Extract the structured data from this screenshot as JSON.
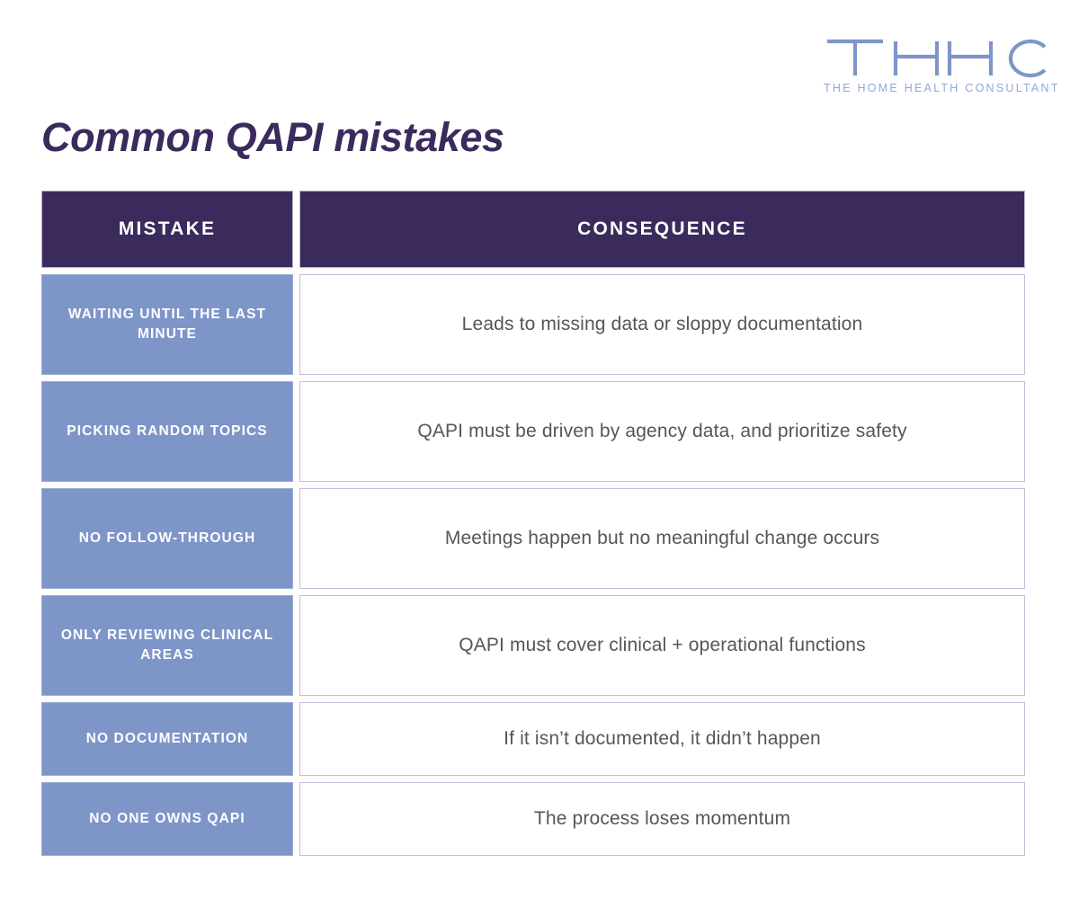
{
  "brand": {
    "logo_mark_text": "THHC",
    "logo_tagline": "THE HOME HEALTH CONSULTANT",
    "logo_color": "#7e95c8",
    "tagline_color": "#90a8d6"
  },
  "page": {
    "title": "Common QAPI mistakes",
    "title_color": "#3b2a5c",
    "background": "#ffffff"
  },
  "table": {
    "header_bg": "#3b2a5c",
    "mistake_bg": "#7e95c8",
    "consequence_bg": "#ffffff",
    "consequence_border": "#c5bcd7",
    "body_text_color": "#55565a",
    "columns": [
      {
        "key": "mistake",
        "label": "MISTAKE"
      },
      {
        "key": "consequence",
        "label": "CONSEQUENCE"
      }
    ],
    "rows": [
      {
        "mistake": "WAITING UNTIL THE LAST MINUTE",
        "consequence": "Leads to missing data or sloppy documentation"
      },
      {
        "mistake": "PICKING RANDOM TOPICS",
        "consequence": "QAPI must be driven by agency data, and prioritize safety"
      },
      {
        "mistake": "NO FOLLOW-THROUGH",
        "consequence": "Meetings happen but no meaningful change occurs"
      },
      {
        "mistake": "ONLY REVIEWING CLINICAL AREAS",
        "consequence": "QAPI must cover clinical + operational functions"
      },
      {
        "mistake": "NO DOCUMENTATION",
        "consequence": "If it isn’t documented, it didn’t happen"
      },
      {
        "mistake": "NO ONE OWNS QAPI",
        "consequence": "The process loses momentum"
      }
    ]
  }
}
